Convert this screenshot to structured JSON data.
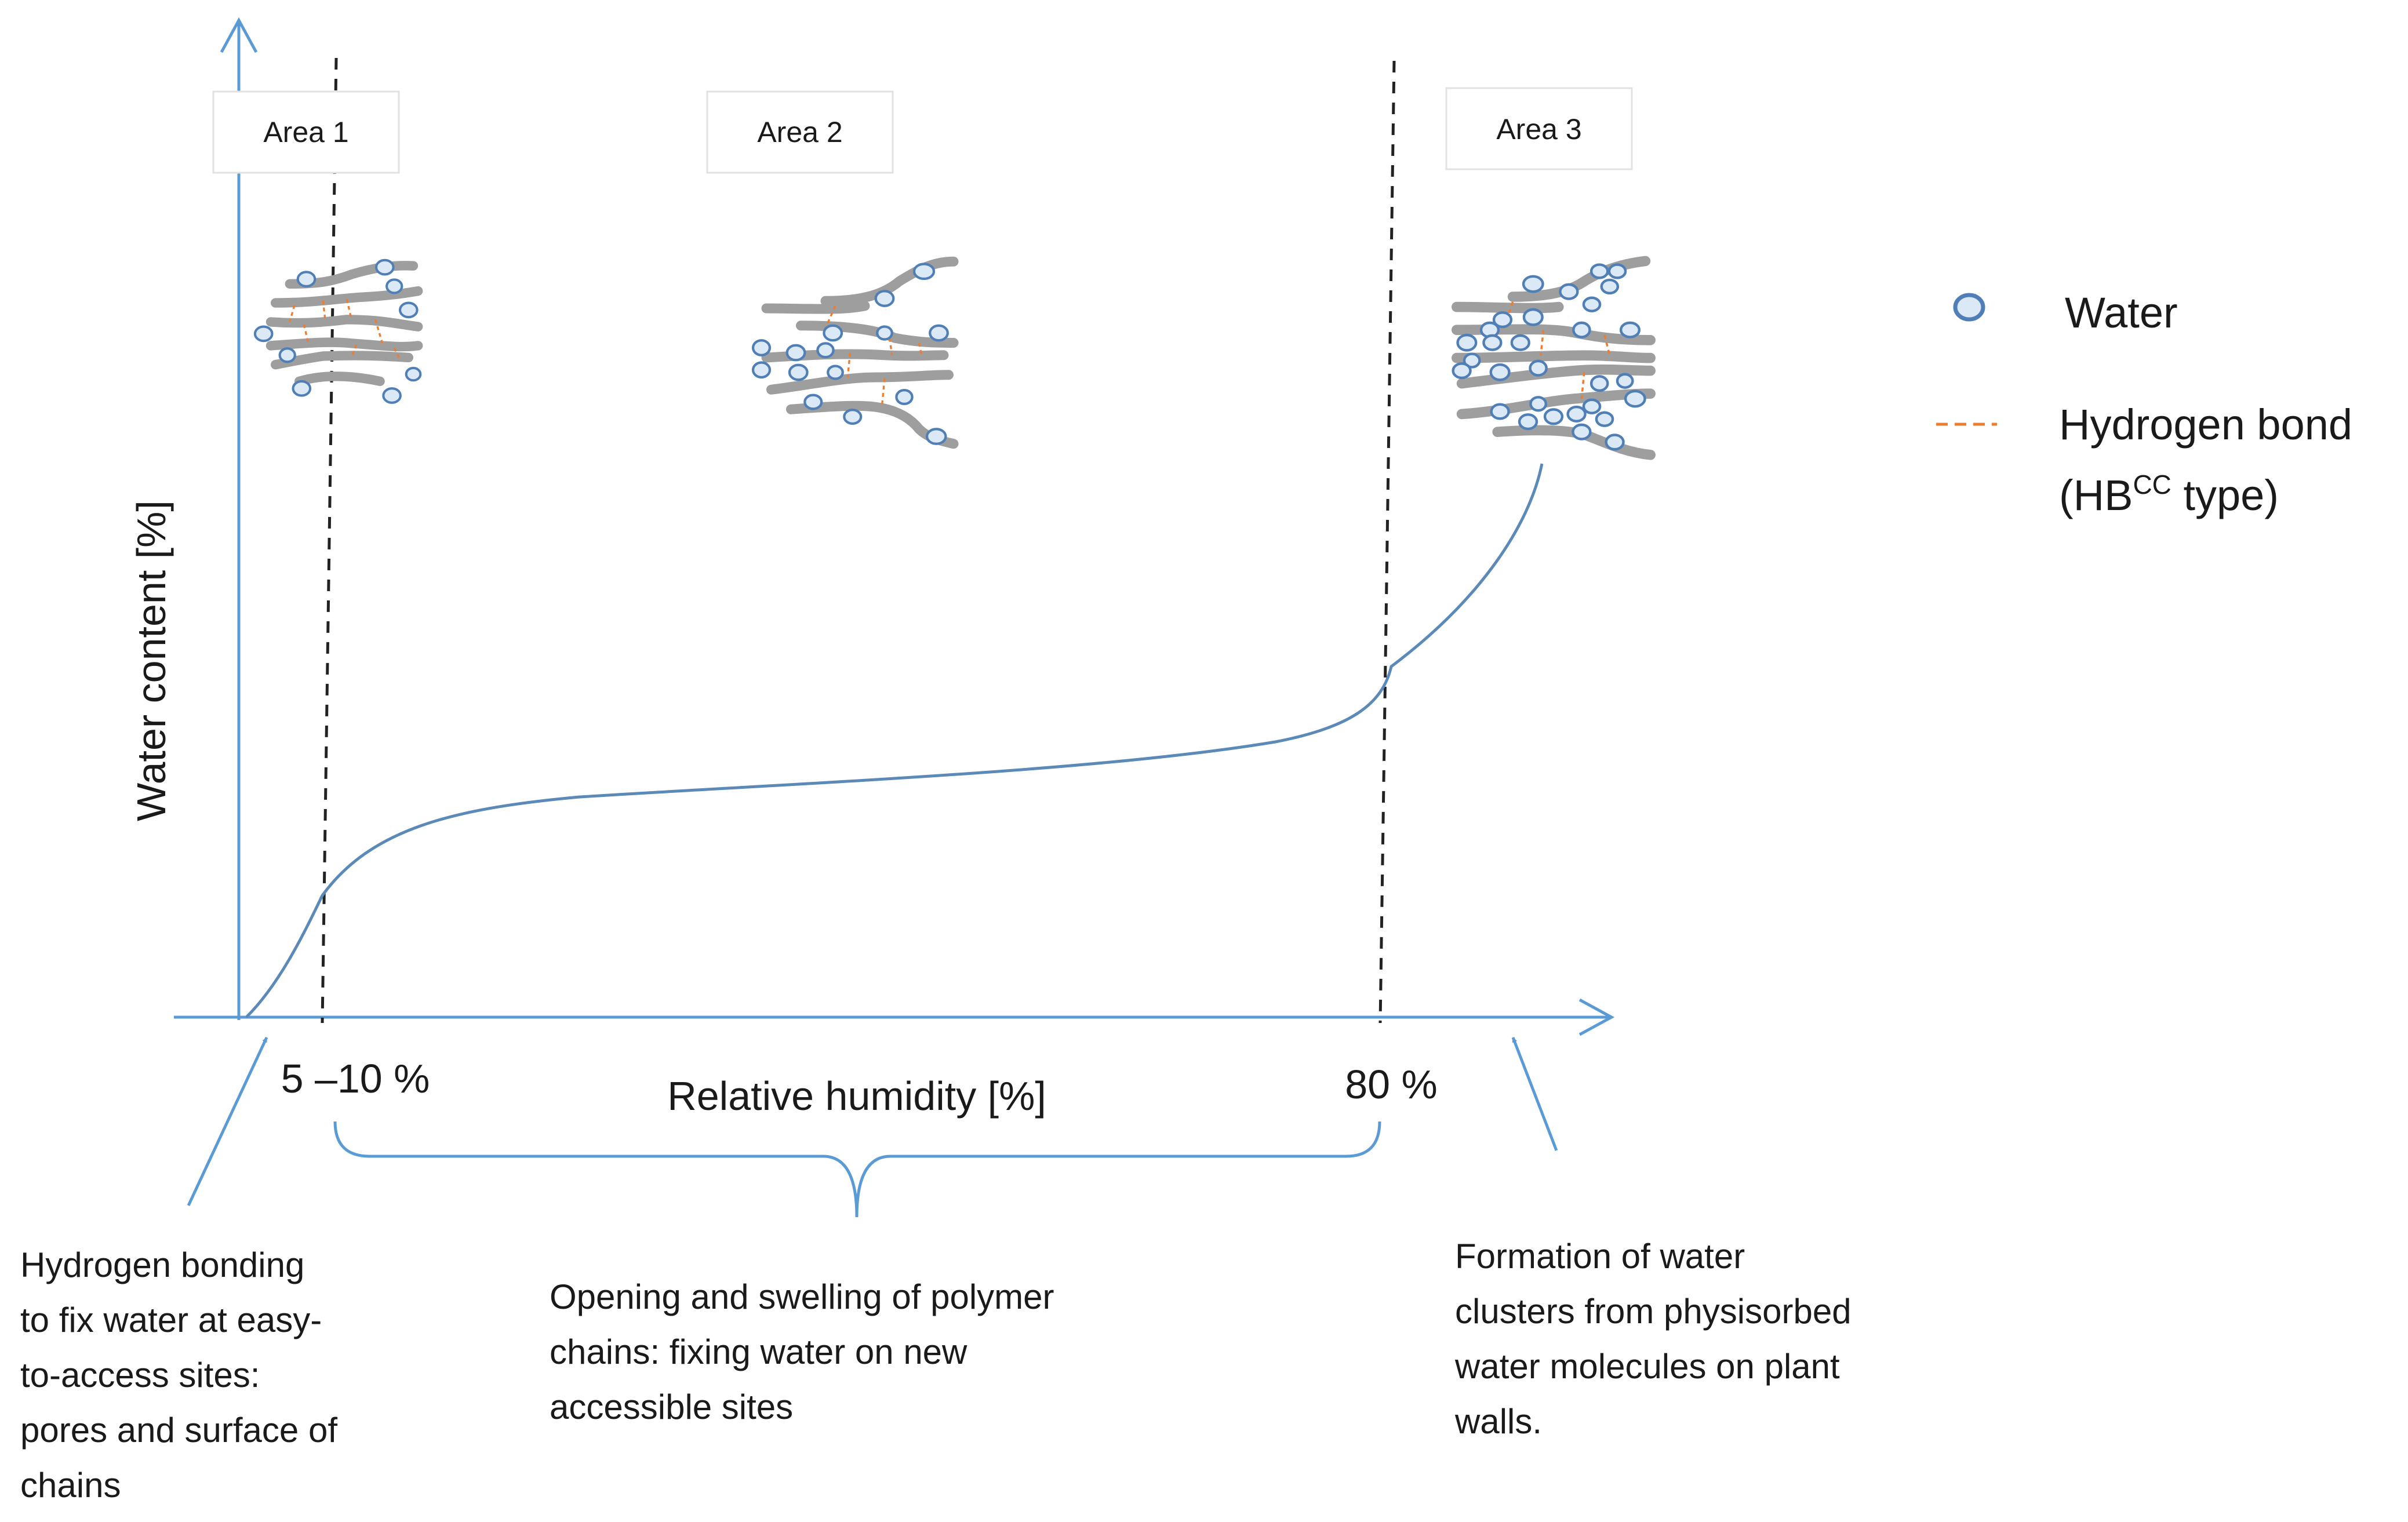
{
  "areas": [
    {
      "label": "Area 1"
    },
    {
      "label": "Area 2"
    },
    {
      "label": "Area 3"
    }
  ],
  "axes": {
    "y_label": "Water content [%]",
    "x_label": "Relative humidity [%]",
    "marker_low": "5 –10 %",
    "marker_high": "80 %"
  },
  "legend": {
    "water": "Water",
    "hbond_line1": "Hydrogen bond",
    "hbond_prefix": "(HB",
    "hbond_sup": "CC",
    "hbond_suffix": " type)"
  },
  "descriptions": {
    "area1": [
      "Hydrogen bonding",
      "to fix water at easy-",
      "to-access sites:",
      "pores and surface of",
      "chains"
    ],
    "area2": [
      "Opening and swelling of polymer",
      "chains: fixing water on new",
      "accessible sites"
    ],
    "area3": [
      "Formation of water",
      "clusters from physisorbed",
      "water molecules on plant",
      "walls."
    ]
  },
  "colors": {
    "axis": "#5b9bd5",
    "curve": "#5b89b8",
    "dashed": "#222222",
    "chain": "#9e9e9e",
    "hbond": "#ed7d31",
    "water_fill": "#dbe8f5",
    "water_stroke": "#4f7fb6"
  }
}
